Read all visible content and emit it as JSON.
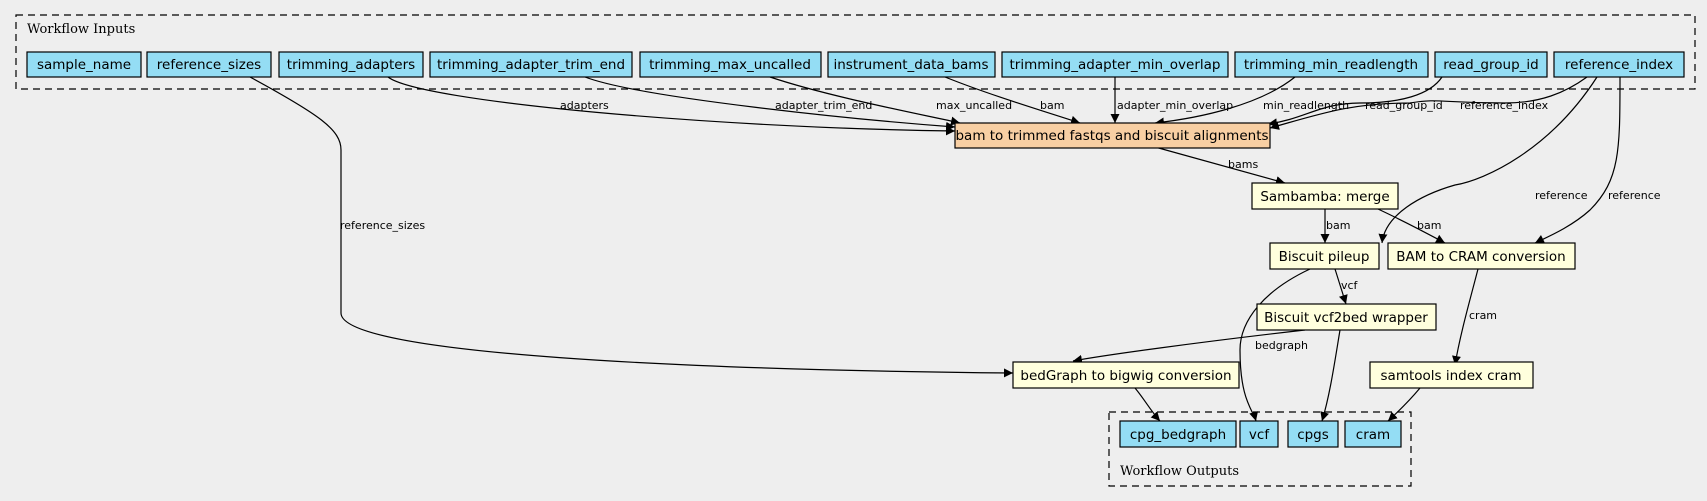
{
  "clusters": {
    "inputs_label": "Workflow Inputs",
    "outputs_label": "Workflow Outputs"
  },
  "nodes": {
    "sample_name": "sample_name",
    "reference_sizes": "reference_sizes",
    "trimming_adapters": "trimming_adapters",
    "trimming_adapter_trim_end": "trimming_adapter_trim_end",
    "trimming_max_uncalled": "trimming_max_uncalled",
    "instrument_data_bams": "instrument_data_bams",
    "trimming_adapter_min_overlap": "trimming_adapter_min_overlap",
    "trimming_min_readlength": "trimming_min_readlength",
    "read_group_id": "read_group_id",
    "reference_index": "reference_index",
    "bam_to_trimmed": "bam to trimmed fastqs and biscuit alignments",
    "sambamba_merge": "Sambamba: merge",
    "biscuit_pileup": "Biscuit pileup",
    "bam_to_cram": "BAM to CRAM conversion",
    "vcf2bed": "Biscuit vcf2bed wrapper",
    "samtools_index": "samtools index cram",
    "bedgraph_to_bigwig": "bedGraph to bigwig conversion",
    "out_cpg_bedgraph": "cpg_bedgraph",
    "out_vcf": "vcf",
    "out_cpgs": "cpgs",
    "out_cram": "cram"
  },
  "edge_labels": {
    "adapters": "adapters",
    "adapter_trim_end": "adapter_trim_end",
    "max_uncalled": "max_uncalled",
    "bam": "bam",
    "adapter_min_overlap": "adapter_min_overlap",
    "min_readlength": "min_readlength",
    "read_group_id": "read_group_id",
    "reference_index": "reference_index",
    "reference_sizes": "reference_sizes",
    "bams": "bams",
    "reference_pileup": "reference",
    "reference_cram": "reference",
    "bam_pileup": "bam",
    "bam_cram": "bam",
    "vcf": "vcf",
    "cram": "cram",
    "bedgraph": "bedgraph"
  },
  "colors": {
    "background": "#eeeeee",
    "input_output_fill": "#94ddf4",
    "step_fill": "#ffffdd",
    "subworkflow_fill": "#f8cfa3"
  }
}
